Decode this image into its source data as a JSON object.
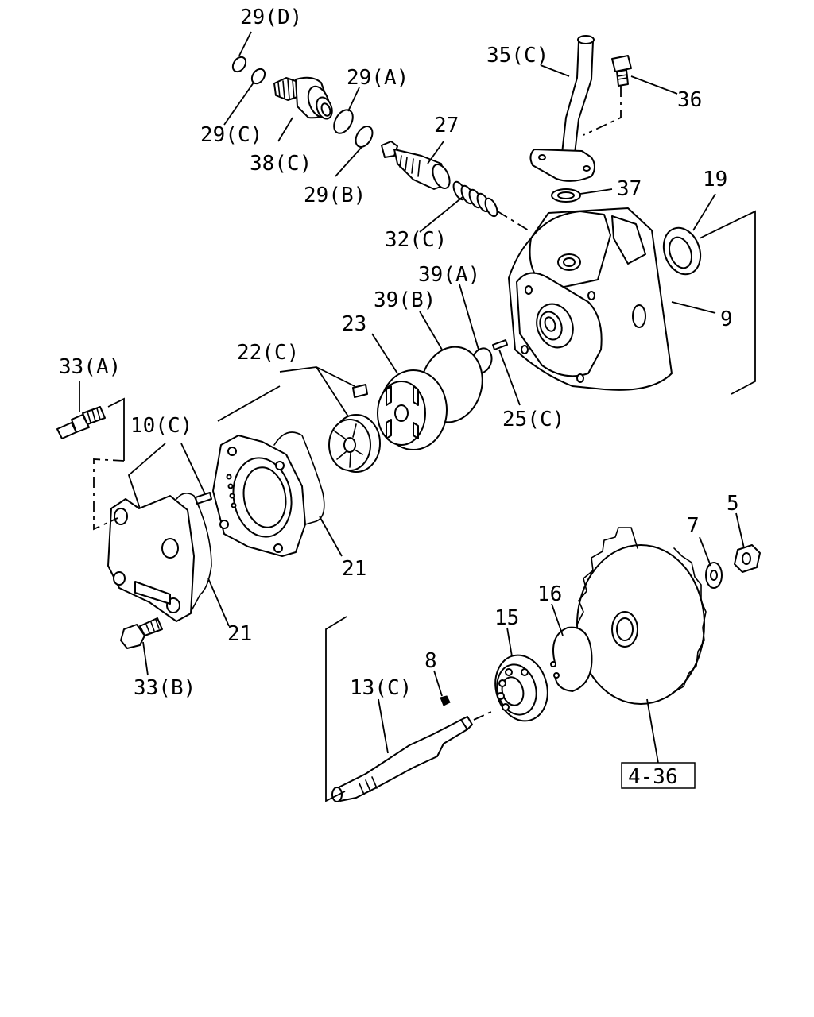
{
  "diagram": {
    "labels": {
      "p29d": "29(D)",
      "p29a": "29(A)",
      "p35c": "35(C)",
      "p36": "36",
      "p29c": "29(C)",
      "p38c": "38(C)",
      "p27": "27",
      "p29b": "29(B)",
      "p37": "37",
      "p19": "19",
      "p32c": "32(C)",
      "p39a": "39(A)",
      "p39b": "39(B)",
      "p9": "9",
      "p23": "23",
      "p22c": "22(C)",
      "p33a": "33(A)",
      "p10c": "10(C)",
      "p25c": "25(C)",
      "p21_right": "21",
      "p21_left": "21",
      "p5": "5",
      "p7": "7",
      "p16": "16",
      "p15": "15",
      "p33b": "33(B)",
      "p8": "8",
      "p13c": "13(C)",
      "ref": "4-36"
    }
  }
}
